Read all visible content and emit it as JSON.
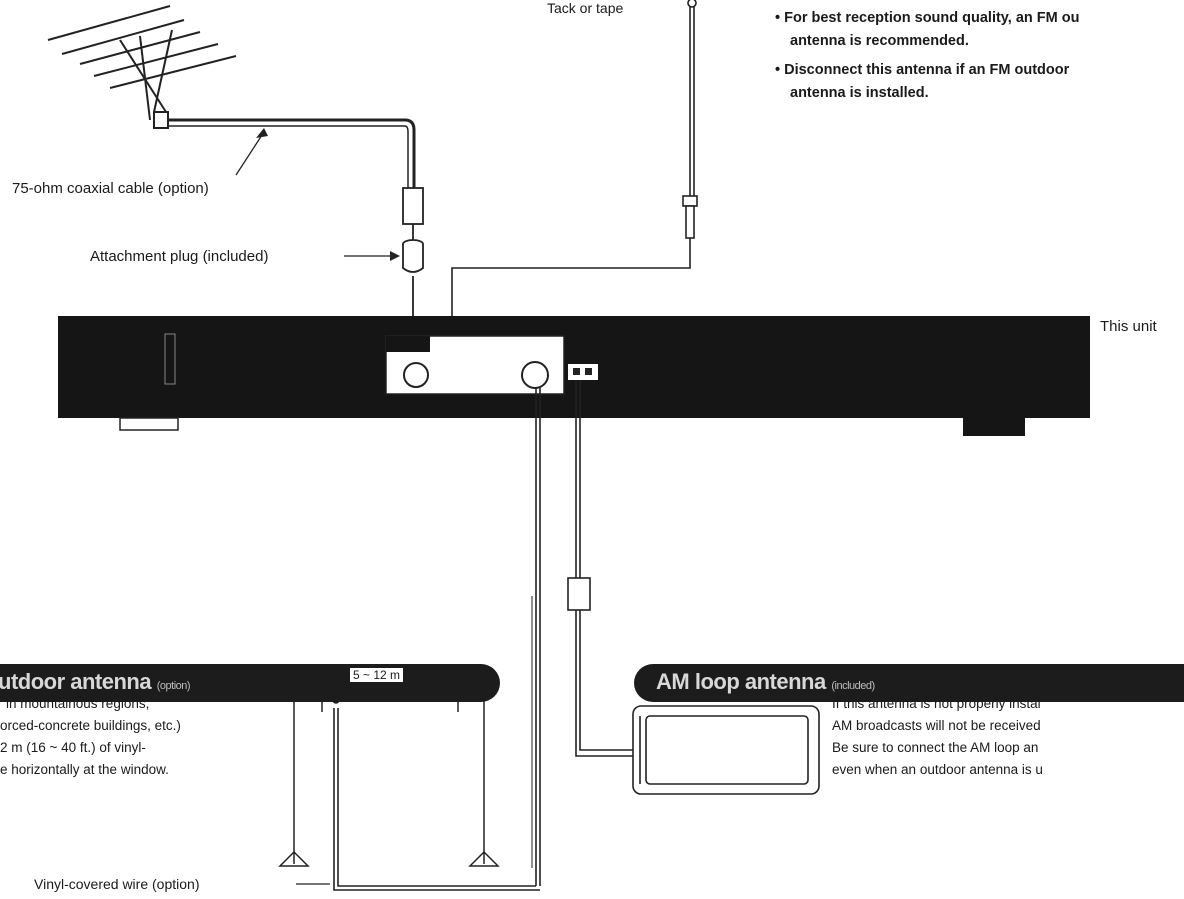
{
  "top_left": {
    "cable_label": "75-ohm coaxial cable (option)",
    "plug_label": "Attachment plug (included)"
  },
  "top_center": {
    "tack_label": "Tack or tape"
  },
  "top_right": {
    "bullets": [
      "• For best reception sound quality, an FM ou",
      "antenna is recommended.",
      "• Disconnect this antenna if an FM outdoor",
      "antenna is installed."
    ]
  },
  "unit": {
    "label": "This unit"
  },
  "outdoor_section": {
    "title": "utdoor antenna",
    "title_sub": "(option)",
    "text_lines": [
      "in mountainous regions,",
      "orced-concrete buildings, etc.)",
      "2 m (16 ~ 40 ft.) of vinyl-",
      "e horizontally at the window."
    ],
    "span_label": "5 ~ 12 m",
    "wire_label": "Vinyl-covered wire (option)"
  },
  "am_section": {
    "title": "AM loop antenna",
    "title_sub": "(included)",
    "text_lines": [
      "If this antenna is not properly instal",
      "AM broadcasts will not be received",
      "Be sure to connect the AM loop an",
      "even when an outdoor antenna is u"
    ]
  }
}
